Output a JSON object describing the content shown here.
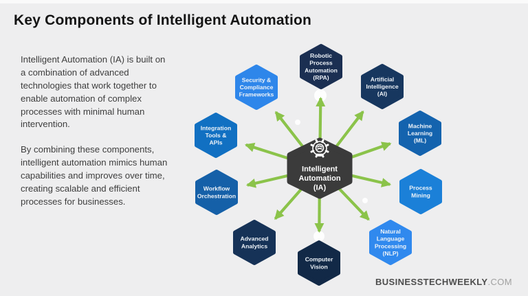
{
  "page": {
    "background": "#eeeeef"
  },
  "header": {
    "title": "Key Components of Intelligent Automation"
  },
  "intro": {
    "paragraph1": "Intelligent Automation (IA) is built on a combination of advanced technologies that work together to enable automation of complex processes with minimal human intervention.",
    "paragraph2": "By combining these components, intelligent automation mimics human capabilities and improves over time, creating scalable and efficient processes for businesses."
  },
  "diagram": {
    "arrow_color": "#8bc34a",
    "node_text_color": "#eef3f8",
    "center": {
      "id": "intelligent-automation",
      "lines": [
        "Intelligent",
        "Automation",
        "(IA)"
      ],
      "color": "#3b3b3b",
      "text_color": "#ffffff",
      "icon": "gear-brain-icon"
    },
    "nodes": [
      {
        "id": "rpa",
        "lines": [
          "Robotic",
          "Process",
          "Automation",
          "(RPA)"
        ],
        "color": "#1b2f52"
      },
      {
        "id": "artificial-intelligence",
        "lines": [
          "Artificial",
          "Intelligence",
          "(AI)"
        ],
        "color": "#17375f"
      },
      {
        "id": "machine-learning",
        "lines": [
          "Machine",
          "Learning",
          "(ML)"
        ],
        "color": "#1463ae"
      },
      {
        "id": "process-mining",
        "lines": [
          "Process",
          "Mining"
        ],
        "color": "#1b80d8"
      },
      {
        "id": "nlp",
        "lines": [
          "Natural",
          "Language",
          "Processing",
          "(NLP)"
        ],
        "color": "#3089ee"
      },
      {
        "id": "computer-vision",
        "lines": [
          "Computer",
          "Vision"
        ],
        "color": "#122947"
      },
      {
        "id": "advanced-analytics",
        "lines": [
          "Advanced",
          "Analytics"
        ],
        "color": "#163257"
      },
      {
        "id": "workflow-orchestration",
        "lines": [
          "Workflow",
          "Orchestration"
        ],
        "color": "#1560a8"
      },
      {
        "id": "integration-tools",
        "lines": [
          "Integration",
          "Tools &",
          "APIs"
        ],
        "color": "#1170c2"
      },
      {
        "id": "security-compliance",
        "lines": [
          "Security &",
          "Compliance",
          "Frameworks"
        ],
        "color": "#2e86ea"
      }
    ]
  },
  "footer": {
    "brand_bold": "BUSINESSTECHWEEKLY",
    "brand_suffix": ".COM"
  }
}
